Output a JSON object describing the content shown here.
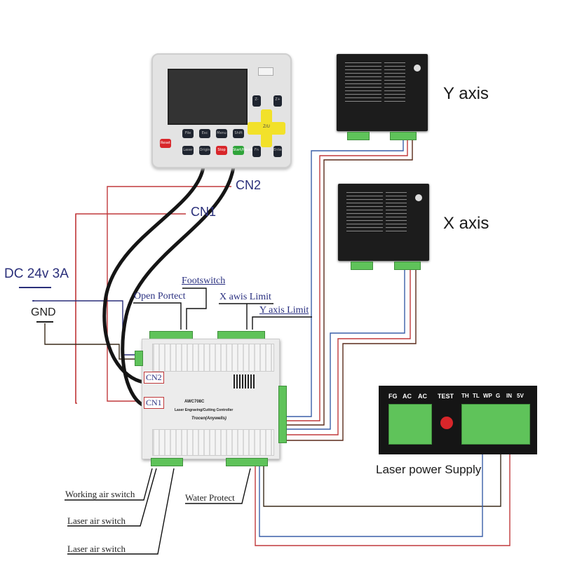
{
  "diagram": {
    "title": "Laser Controller Wiring Diagram",
    "labels": {
      "y_axis": "Y axis",
      "x_axis": "X axis",
      "cn2_top": "CN2",
      "cn1_top": "CN1",
      "dc_power": "DC 24v 3A",
      "gnd": "GND",
      "open_portect": "Open Portect",
      "footswitch": "Footswitch",
      "x_axis_limit": "X awis Limit",
      "y_axis_limit": "Y axis Limit",
      "cn2_port": "CN2",
      "cn1_port": "CN1",
      "laser_power_supply": "Laser power Supply",
      "working_air_switch": "Working air switch",
      "laser_air_switch_1": "Laser air switch",
      "laser_air_switch_2": "Laser air switch",
      "water_protect": "Water Protect"
    },
    "controller": {
      "model": "AWC708C",
      "subtitle": "Laser Engraving/Cutting Controller",
      "brand": "Trocen(Anywells)"
    },
    "panel": {
      "row1_buttons": [
        "File",
        "Esc",
        "Menu",
        "Shift"
      ],
      "row2_buttons": [
        "Laser",
        "Origin",
        "Stop",
        "Start/Pause"
      ],
      "reset_button": "Reset",
      "dpad_center": "Z/U",
      "side_buttons": [
        "Z-",
        "Z+",
        "Fn",
        "Enter"
      ]
    },
    "psu_terminals": {
      "left": [
        "FG",
        "AC",
        "AC"
      ],
      "test": "TEST",
      "right": [
        "TH",
        "TL",
        "WP",
        "G",
        "IN",
        "5V"
      ]
    },
    "colors": {
      "wire_red": "#c0393b",
      "wire_blue": "#3a5fa8",
      "wire_brown": "#5a2a1a",
      "wire_dark": "#222222",
      "terminal_green": "#5fc35a",
      "dpad_yellow": "#f2e12a",
      "stop_red": "#d8262a",
      "start_green": "#2fa43a",
      "label_blue": "#2a2f7a"
    }
  }
}
